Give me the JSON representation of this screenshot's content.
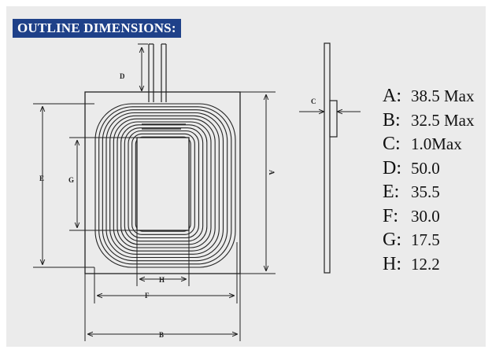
{
  "header": {
    "title": "OUTLINE DIMENSIONS:"
  },
  "diagram_labels": {
    "A": "A",
    "B": "B",
    "C": "C",
    "D": "D",
    "E": "E",
    "F": "F",
    "G": "G",
    "H": "H"
  },
  "specs": [
    {
      "key": "A:",
      "value": "38.5 Max"
    },
    {
      "key": "B:",
      "value": "32.5 Max"
    },
    {
      "key": "C:",
      "value": "1.0Max"
    },
    {
      "key": "D:",
      "value": "50.0"
    },
    {
      "key": "E:",
      "value": "35.5"
    },
    {
      "key": "F:",
      "value": "30.0"
    },
    {
      "key": "G:",
      "value": "17.5"
    },
    {
      "key": "H:",
      "value": "12.2"
    }
  ],
  "colors": {
    "background": "#ebebeb",
    "title_bg": "#1f4189",
    "title_text": "#ffffff",
    "line": "#222222"
  }
}
